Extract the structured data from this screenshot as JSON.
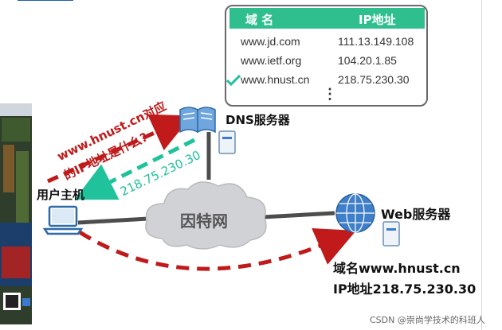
{
  "dns_table": {
    "header": {
      "domain": "域 名",
      "ip": "IP地址"
    },
    "rows": [
      {
        "domain": "www.jd.com",
        "ip": "111.13.149.108"
      },
      {
        "domain": "www.ietf.org",
        "ip": "104.20.1.85"
      },
      {
        "domain": "www.hnust.cn",
        "ip": "218.75.230.30"
      }
    ],
    "more": "⋮"
  },
  "nodes": {
    "dns_server": "DNS服务器",
    "user_host": "用户主机",
    "internet": "因特网",
    "web_server": "Web服务器"
  },
  "query_line1": "www.hnust.cn对应",
  "query_line2": "的IP地址是什么?",
  "reply_ip": "218.75.230.30",
  "web_info": {
    "domain_line": "域名www.hnust.cn",
    "ip_line": "IP地址218.75.230.30"
  },
  "footer": "CSDN @崇尚学技术的科班人",
  "colors": {
    "query_arrow": "#c01a1a",
    "reply_arrow": "#1fc29a",
    "table_header": "#2fbf8f",
    "link_line": "#4d4d4d",
    "cloud": "#d0d2d6"
  },
  "icons": [
    "checkmark-icon",
    "book-icon",
    "server-icon",
    "laptop-icon",
    "globe-icon",
    "cloud-icon"
  ]
}
